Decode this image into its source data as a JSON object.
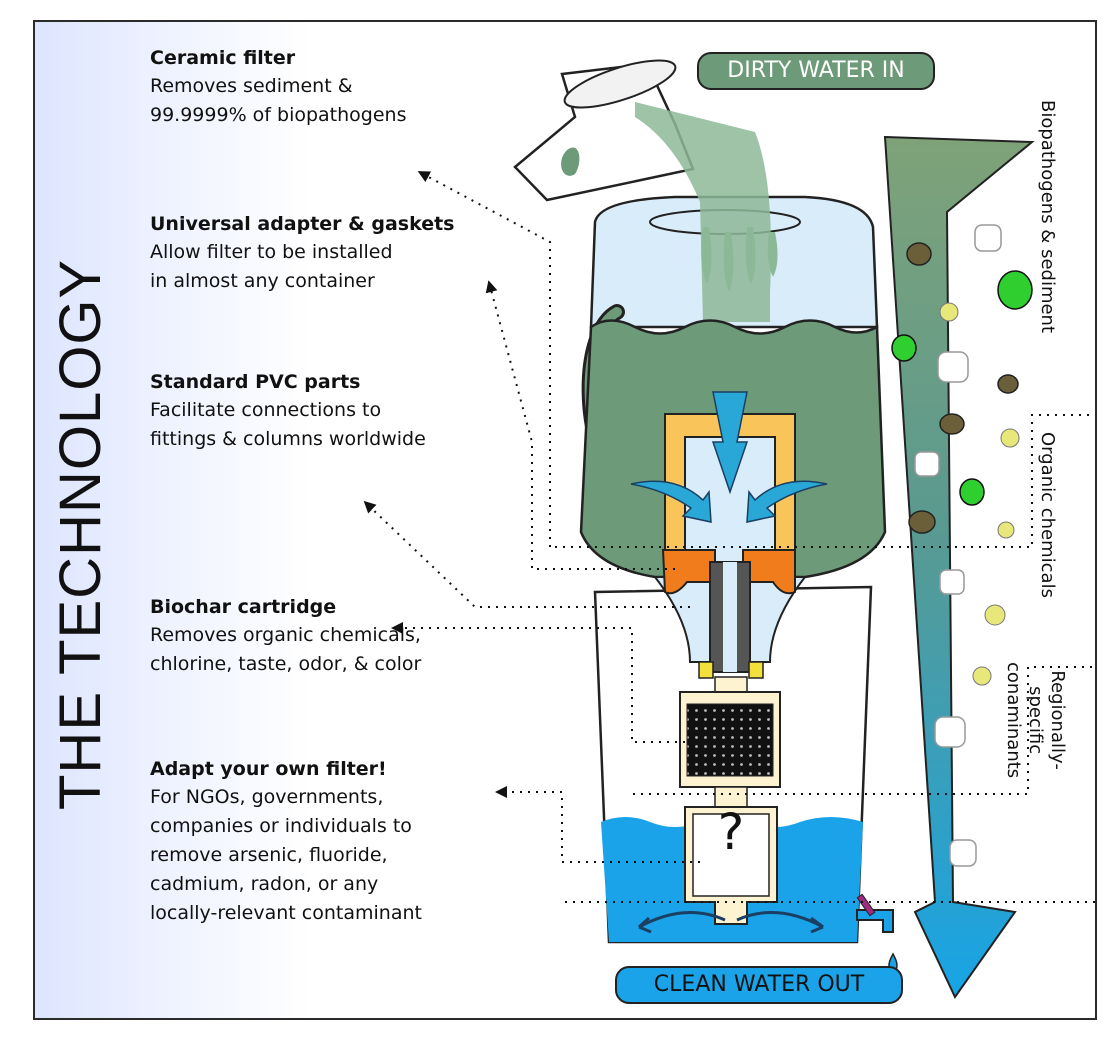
{
  "title": "THE TECHNOLOGY",
  "labels": {
    "dirty_in": "DIRTY WATER IN",
    "clean_out": "CLEAN WATER OUT",
    "question": "?"
  },
  "features": [
    {
      "heading": "Ceramic filter",
      "desc": "Removes sediment &\n99.9999% of biopathogens"
    },
    {
      "heading": "Universal adapter & gaskets",
      "desc": "Allow filter to be installed\nin almost any container"
    },
    {
      "heading": "Standard PVC parts",
      "desc": "Facilitate connections to\nfittings & columns worldwide"
    },
    {
      "heading": "Biochar cartridge",
      "desc": "Removes organic chemicals,\nchlorine, taste, odor, & color"
    },
    {
      "heading": "Adapt your own filter!",
      "desc": "For NGOs, governments,\ncompanies or individuals to\nremove arsenic, fluoride,\ncadmium, radon, or any\nlocally-relevant contaminant"
    }
  ],
  "contaminants": {
    "bio": "Biopathogens & sediment",
    "organic": "Organic chemicals",
    "regional": "Regionally-specific\nconaminants"
  },
  "colors": {
    "dirty_water": "#6d9a78",
    "clean_water": "#1aa3e8",
    "pvc_orange": "#f07c1c",
    "ceramic_yellow": "#f9c55a",
    "adapter_gray": "#555555",
    "bacteria_green": "#2fcf2f"
  }
}
